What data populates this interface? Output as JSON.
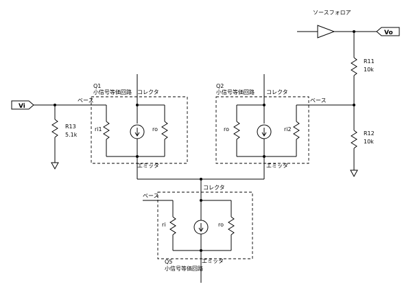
{
  "ports": {
    "vi": "Vi",
    "vo": "Vo"
  },
  "buffer": {
    "label": "ソースフォロア"
  },
  "q1": {
    "name": "Q1",
    "desc": "小信号等価回路",
    "collector": "コレクタ",
    "base": "ベース",
    "emitter": "エミッタ",
    "ri": "ri1",
    "ro": "ro"
  },
  "q2": {
    "name": "Q2",
    "desc": "小信号等価回路",
    "collector": "コレクタ",
    "base": "ベース",
    "emitter": "エミッタ",
    "ri": "ri2",
    "ro": "ro"
  },
  "q5": {
    "name": "Q5",
    "desc": "小信号等価回路",
    "collector": "コレクタ",
    "base": "ベース",
    "emitter": "エミッタ",
    "ri": "ri",
    "ro": "ro"
  },
  "r11": {
    "name": "R11",
    "value": "10k"
  },
  "r12": {
    "name": "R12",
    "value": "10k"
  },
  "r13": {
    "name": "R13",
    "value": "5.1k"
  }
}
